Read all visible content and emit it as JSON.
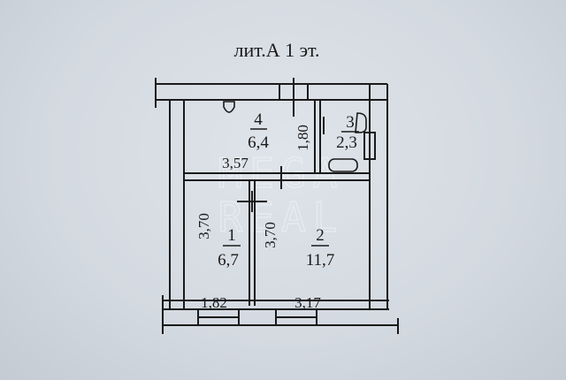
{
  "title": "лит.А 1 эт.",
  "rooms": [
    {
      "number": "1",
      "area": "6,7"
    },
    {
      "number": "2",
      "area": "11,7"
    },
    {
      "number": "3",
      "area": "2,3"
    },
    {
      "number": "4",
      "area": "6,4"
    }
  ],
  "dimensions": {
    "room4_width": "3,57",
    "room4_depth": "1,80",
    "room1_height": "3,70",
    "room2_height": "3,70",
    "bottom_left": "1,82",
    "bottom_right": "3,17"
  },
  "watermark": {
    "line1": "MEGA",
    "line2": "REAL"
  },
  "colors": {
    "background": "#d6dce3",
    "ink": "#1a1a1a",
    "watermark": "#ffffff"
  }
}
